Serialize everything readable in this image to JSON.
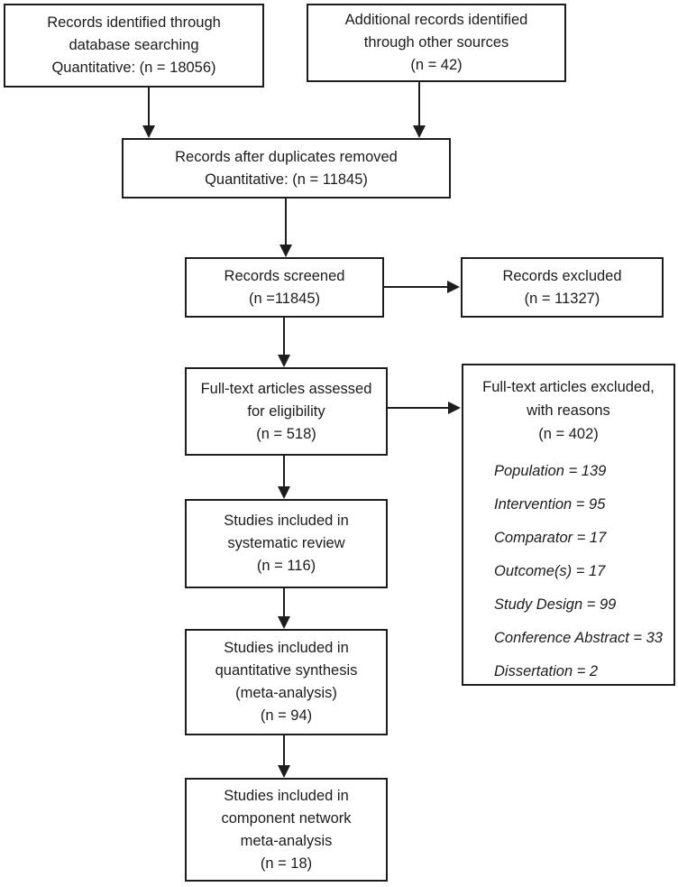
{
  "diagram": {
    "title": "PRISMA study selection flow diagram",
    "boxes": {
      "identified": {
        "lines": [
          "Records identified through",
          "database searching",
          "Quantitative: (n = 18056)"
        ]
      },
      "additional": {
        "lines": [
          "Additional records identified",
          "through other sources",
          "(n = 42)"
        ]
      },
      "deduplicated": {
        "lines": [
          "Records after duplicates removed",
          "Quantitative: (n = 11845)"
        ]
      },
      "screened": {
        "lines": [
          "Records screened",
          "(n =11845)"
        ]
      },
      "excluded": {
        "lines": [
          "Records excluded",
          "(n = 11327)"
        ]
      },
      "fulltext_assessed": {
        "lines": [
          "Full-text articles assessed",
          "for eligibility",
          "(n = 518)"
        ]
      },
      "fulltext_excluded": {
        "header": [
          "Full-text articles excluded,",
          "with reasons",
          "(n = 402)"
        ],
        "reasons": [
          "Population = 139",
          "Intervention = 95",
          "Comparator = 17",
          "Outcome(s) = 17",
          "Study Design = 99",
          "Conference Abstract = 33",
          "Dissertation = 2"
        ]
      },
      "systematic_review": {
        "lines": [
          "Studies included in",
          "systematic review",
          "(n = 116)"
        ]
      },
      "quantitative_synthesis": {
        "lines": [
          "Studies included in",
          "quantitative synthesis",
          "(meta-analysis)",
          "(n = 94)"
        ]
      },
      "component_network": {
        "lines": [
          "Studies included in",
          "component network",
          "meta-analysis",
          "(n = 18)"
        ]
      }
    },
    "colors": {
      "line": "#1d1d1d",
      "text": "#1c1c1c",
      "background": "#ffffff"
    }
  }
}
